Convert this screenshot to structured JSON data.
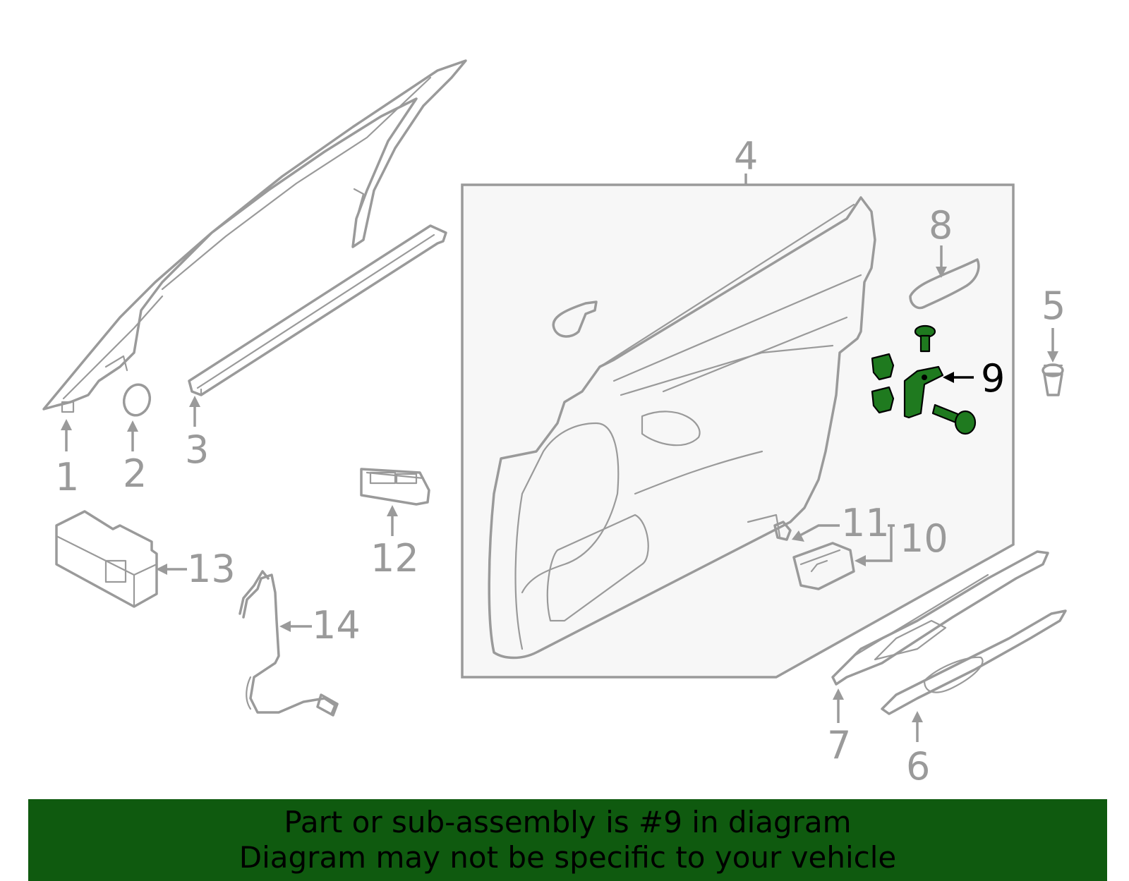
{
  "diagram": {
    "highlight_color": "#1f7a1f",
    "part_color": "#9a9a9a",
    "callouts": {
      "c1": "1",
      "c2": "2",
      "c3": "3",
      "c4": "4",
      "c5": "5",
      "c6": "6",
      "c7": "7",
      "c8": "8",
      "c9": "9",
      "c10": "10",
      "c11": "11",
      "c12": "12",
      "c13": "13",
      "c14": "14"
    },
    "highlighted_callout": "9"
  },
  "banner": {
    "background": "#0f5a0f",
    "line1": "Part or sub-assembly is #9 in diagram",
    "line2": "Diagram may not be specific to your vehicle"
  }
}
